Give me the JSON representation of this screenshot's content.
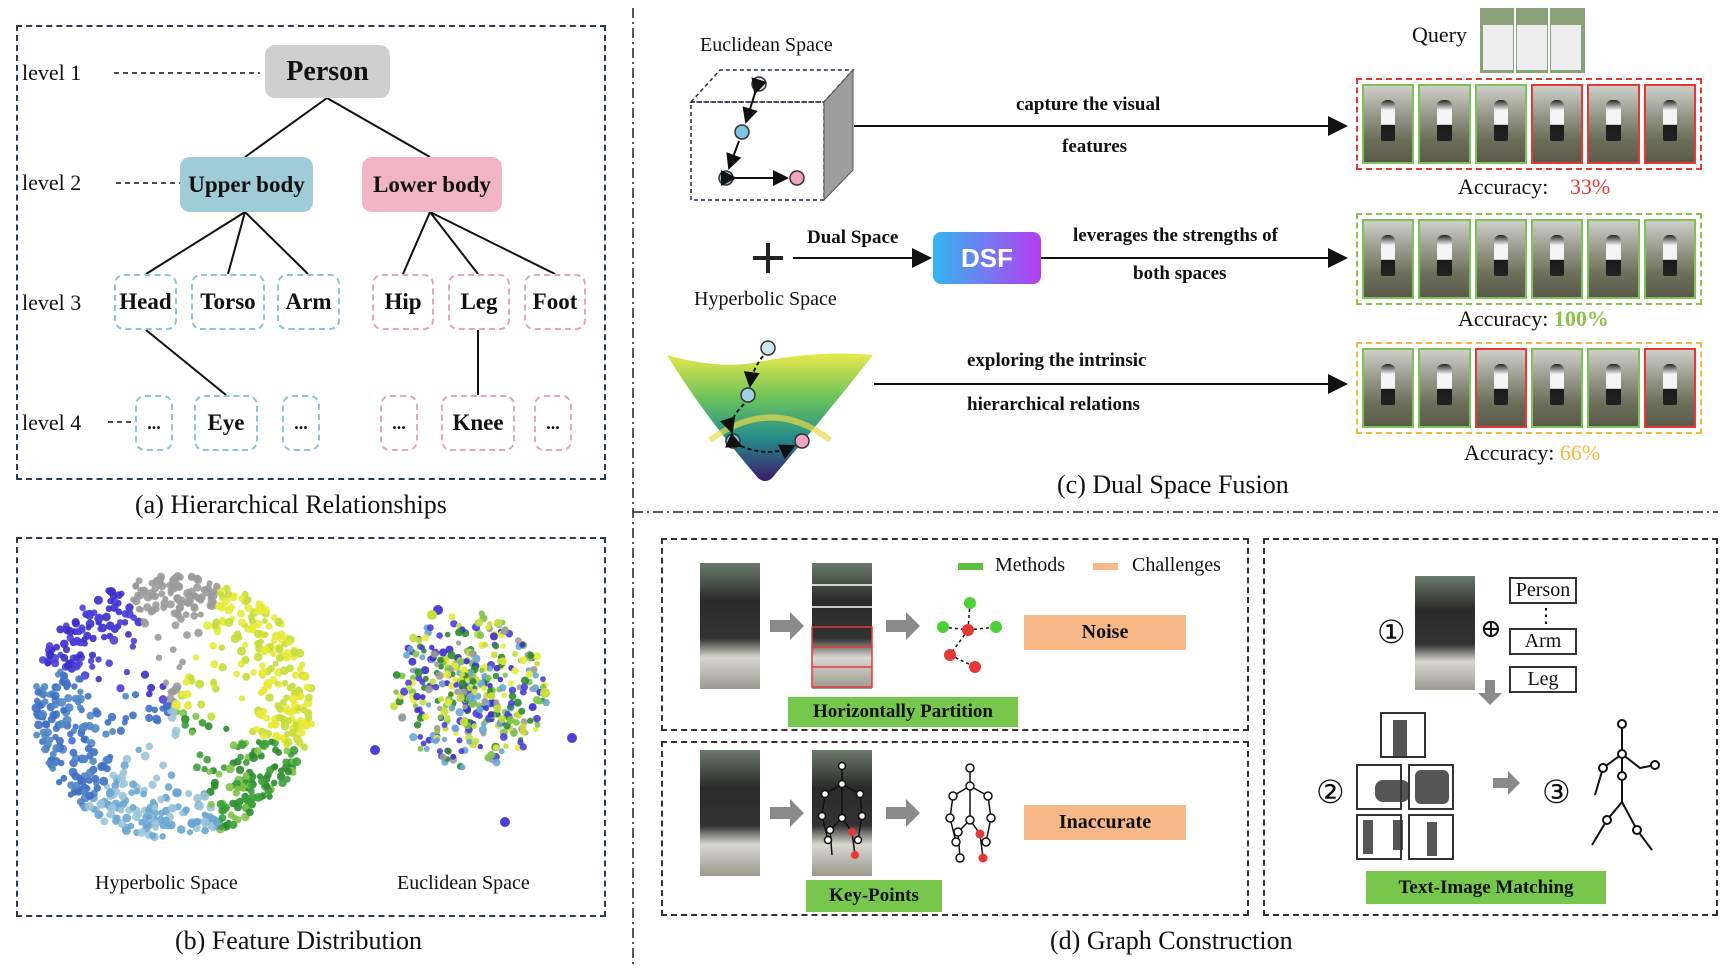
{
  "panel_a": {
    "caption": "(a) Hierarchical Relationships",
    "levels": [
      "level 1",
      "level 2",
      "level 3",
      "level 4"
    ],
    "root": "Person",
    "upper": "Upper body",
    "lower": "Lower body",
    "head": "Head",
    "torso": "Torso",
    "arm": "Arm",
    "hip": "Hip",
    "leg": "Leg",
    "foot": "Foot",
    "eye": "Eye",
    "knee": "Knee",
    "ellipsis": "..."
  },
  "panel_b": {
    "caption": "(b) Feature Distribution",
    "left_label": "Hyperbolic Space",
    "right_label": "Euclidean Space"
  },
  "panel_c": {
    "caption": "(c) Dual Space Fusion",
    "euclid_label": "Euclidean Space",
    "hyper_label": "Hyperbolic Space",
    "query_label": "Query",
    "arrow1_line1": "capture the visual",
    "arrow1_line2": "features",
    "dual_label": "Dual Space",
    "dsf_label": "DSF",
    "arrow2_line1": "leverages the strengths of",
    "arrow2_line2": "both spaces",
    "arrow3_line1": "exploring the intrinsic",
    "arrow3_line2": "hierarchical relations",
    "acc_label": "Accuracy:",
    "acc1": "33%",
    "acc2": "100%",
    "acc3": "66%",
    "colors": {
      "red": "#e53935",
      "green": "#8bc34a",
      "orange": "#f5b83d"
    }
  },
  "panel_d": {
    "caption": "(d) Graph Construction",
    "legend_methods": "Methods",
    "legend_challenges": "Challenges",
    "partition_label": "Horizontally Partition",
    "noise_label": "Noise",
    "keypoints_label": "Key-Points",
    "inaccurate_label": "Inaccurate",
    "matching_label": "Text-Image Matching",
    "text_person": "Person",
    "text_dots": "⋮",
    "text_arm": "Arm",
    "text_leg": "Leg",
    "step1": "①",
    "step2": "②",
    "step3": "③",
    "oplus": "⊕"
  }
}
